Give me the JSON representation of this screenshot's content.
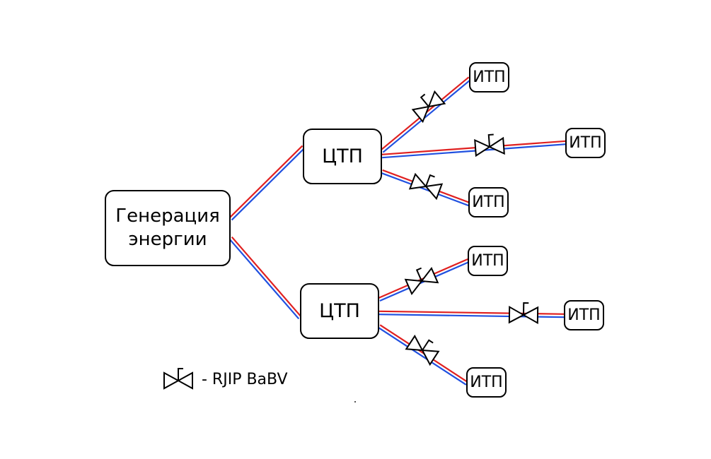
{
  "nodes": {
    "generation": "Генерация\nэнергии",
    "ctp_top": "ЦТП",
    "ctp_bottom": "ЦТП",
    "itp_1": "ИТП",
    "itp_2": "ИТП",
    "itp_3": "ИТП",
    "itp_4": "ИТП",
    "itp_5": "ИТП",
    "itp_6": "ИТП"
  },
  "legend": {
    "text": "-  RJIP BaBV",
    "icon": "valve-icon"
  },
  "colors": {
    "supply_line": "#e02020",
    "return_line": "#2050e0",
    "outline": "#000000"
  }
}
